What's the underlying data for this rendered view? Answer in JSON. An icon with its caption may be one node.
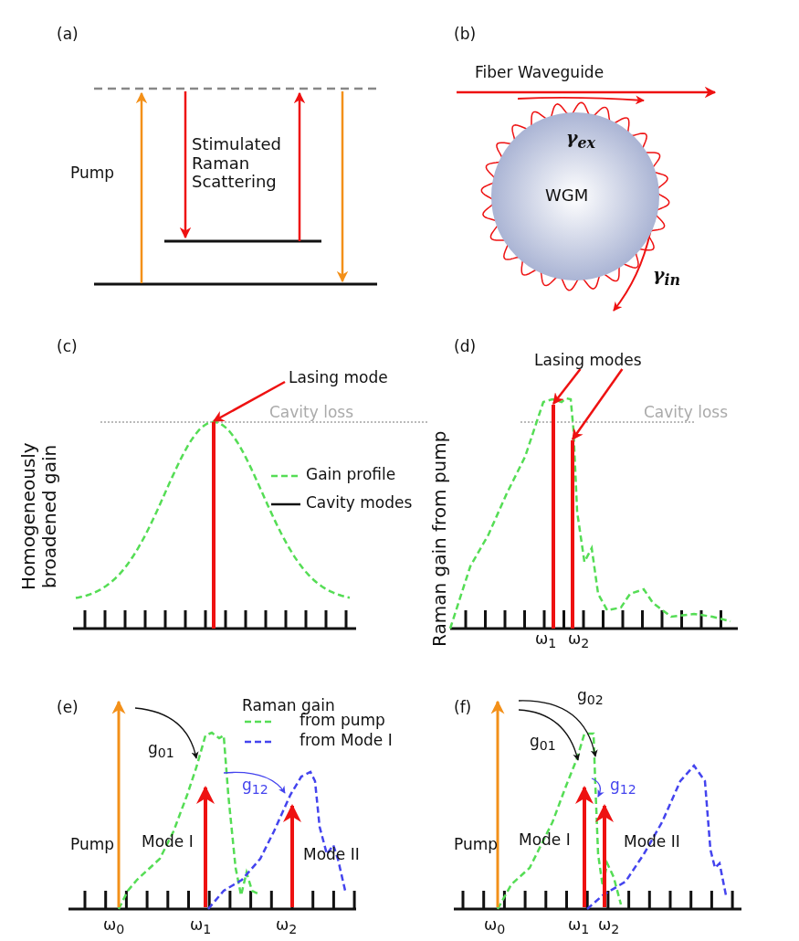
{
  "diagram": {
    "nodes": [
      {
        "text": [
          "Lasing mode"
        ]
      },
      {
        "text": [],
        "shape": "bar"
      },
      {
        "text": [
          "Lasing modes"
        ]
      },
      {
        "text": [],
        "shape": "bar"
      },
      {
        "text": [],
        "shape": "bar"
      },
      {
        "text": [
          "WGM"
        ]
      }
    ],
    "edges": [
      {
        "from": 0,
        "to": 1,
        "arrow": "to"
      },
      {
        "from": 2,
        "to": 3,
        "arrow": "to"
      },
      {
        "from": 2,
        "to": 4,
        "arrow": "to"
      }
    ],
    "labels": [
      "(a)",
      "(b)",
      "Fiber Waveguide",
      "Stimulated Raman Scattering",
      "Pump",
      "γ$_{ex}$",
      "γ$_{in}$",
      "(c)",
      "(d)",
      "Cavity loss",
      "Cavity loss",
      "Homogeneously broadened gain",
      "Raman gain from pump",
      "ω$_{1}$",
      "ω$_{2}$",
      "(e)",
      "Raman gain",
      "(f)",
      "g$_{01}$",
      "g$_{12}$",
      "g$_{02}$",
      "g$_{01}$",
      "g$_{12}$",
      "Pump",
      "Mode I",
      "Mode II",
      "Pump",
      "Mode I",
      "Mode II",
      "ω$_{0}$",
      "ω$_{1}$",
      "ω$_{2}$",
      "ω$_{0}$",
      "ω$_{1}$",
      "ω$_{2}$"
    ],
    "legend": [
      {
        "text": "Gain profile"
      },
      {
        "text": "Cavity modes"
      },
      {
        "text": "from pump"
      },
      {
        "text": "from Mode I"
      }
    ]
  }
}
